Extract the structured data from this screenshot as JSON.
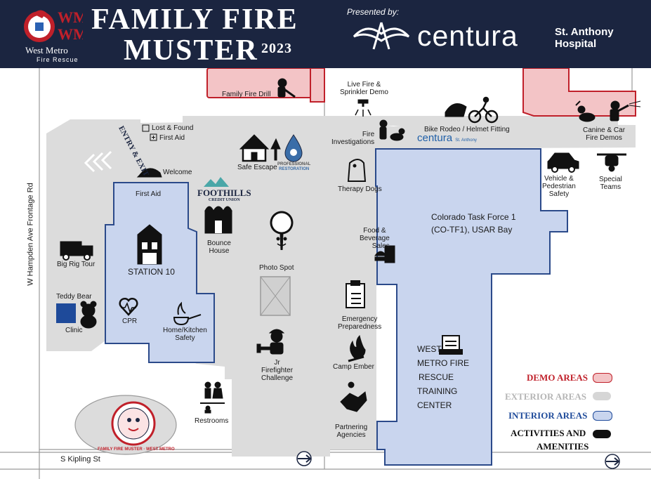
{
  "header": {
    "title_line1": "FAMILY FIRE",
    "title_line2": "MUSTER",
    "year": "2023",
    "org_name": "West Metro",
    "org_sub": "Fire Rescue",
    "logo_text": "WM",
    "presented_by": "Presented by:",
    "sponsor_name": "centura",
    "sponsor_location": [
      "St. Anthony",
      "Hospital"
    ]
  },
  "streets": {
    "west": "W Hampden Ave Frontage Rd",
    "south": "S Kipling St"
  },
  "entry": "ENTRY & EXIT",
  "locations": {
    "family_fire_drill": "Family Fire Drill",
    "live_fire": [
      "Live Fire &",
      "Sprinkler Demo"
    ],
    "fire_investigations": [
      "Fire",
      "Investigations"
    ],
    "bike_rodeo": "Bike Rodeo / Helmet Fitting",
    "canine_car": [
      "Canine & Car",
      "Fire Demos"
    ],
    "lost_found": "Lost & Found",
    "first_aid_top": "First Aid",
    "welcome": "Welcome",
    "safe_escape": "Safe Escape",
    "professional_restoration": [
      "PROFESSIONAL",
      "RESTORATION"
    ],
    "therapy_dogs": "Therapy Dogs",
    "vehicle_safety": [
      "Vehicle &",
      "Pedestrian",
      "Safety"
    ],
    "special_teams": [
      "Special",
      "Teams"
    ],
    "first_aid": "First Aid",
    "foothills": [
      "FOOTHILLS",
      "CREDIT UNION"
    ],
    "bounce_house": [
      "Bounce",
      "House"
    ],
    "station": "STATION 10",
    "big_rig": "Big Rig Tour",
    "photo_spot": "Photo Spot",
    "food_beverage": [
      "Food &",
      "Beverage",
      "Sales"
    ],
    "task_force": [
      "Colorado Task Force 1",
      "(CO-TF1), USAR Bay"
    ],
    "teddy_bear": "Teddy Bear",
    "clinic": "Clinic",
    "cpr": "CPR",
    "home_kitchen": [
      "Home/Kitchen",
      "Safety"
    ],
    "emergency_prep": [
      "Emergency",
      "Preparedness"
    ],
    "camp_ember": "Camp Ember",
    "jr_firefighter": [
      "Jr",
      "Firefighter",
      "Challenge"
    ],
    "training_center": [
      "WEST",
      "METRO FIRE",
      "RESCUE",
      "TRAINING",
      "CENTER"
    ],
    "restrooms": "Restrooms",
    "partnering": [
      "Partnering",
      "Agencies"
    ],
    "muster_logo": "FAMILY FIRE MUSTER · WEST METRO"
  },
  "legend": [
    {
      "label": "DEMO AREAS",
      "color": "#c0202a",
      "swatch": "#f3c4c6",
      "border": "#c0202a"
    },
    {
      "label": "EXTERIOR AREAS",
      "color": "#b5b5b5",
      "swatch": "#d6d6d6",
      "border": "#d6d6d6"
    },
    {
      "label": "INTERIOR AREAS",
      "color": "#1e4a9a",
      "swatch": "#c9d5ee",
      "border": "#1e4a9a"
    },
    {
      "label": "ACTIVITIES AND",
      "label2": "AMENITIES",
      "color": "#111111",
      "swatch": "#111111",
      "border": "#111111"
    }
  ],
  "colors": {
    "header": "#1b2540",
    "exterior": "#dcdcdc",
    "interior": "#c9d5ee",
    "interior_border": "#2b4a8a",
    "demo": "#f3c4c6",
    "demo_border": "#c0202a"
  }
}
